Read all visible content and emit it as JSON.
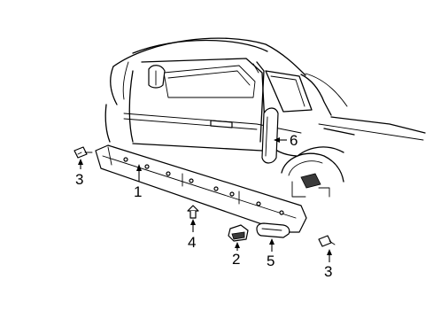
{
  "callouts": [
    {
      "id": "part-1",
      "label": "1"
    },
    {
      "id": "part-2",
      "label": "2"
    },
    {
      "id": "part-3-left",
      "label": "3"
    },
    {
      "id": "part-3-right",
      "label": "3"
    },
    {
      "id": "part-4",
      "label": "4"
    },
    {
      "id": "part-5",
      "label": "5"
    },
    {
      "id": "part-6",
      "label": "6"
    }
  ]
}
